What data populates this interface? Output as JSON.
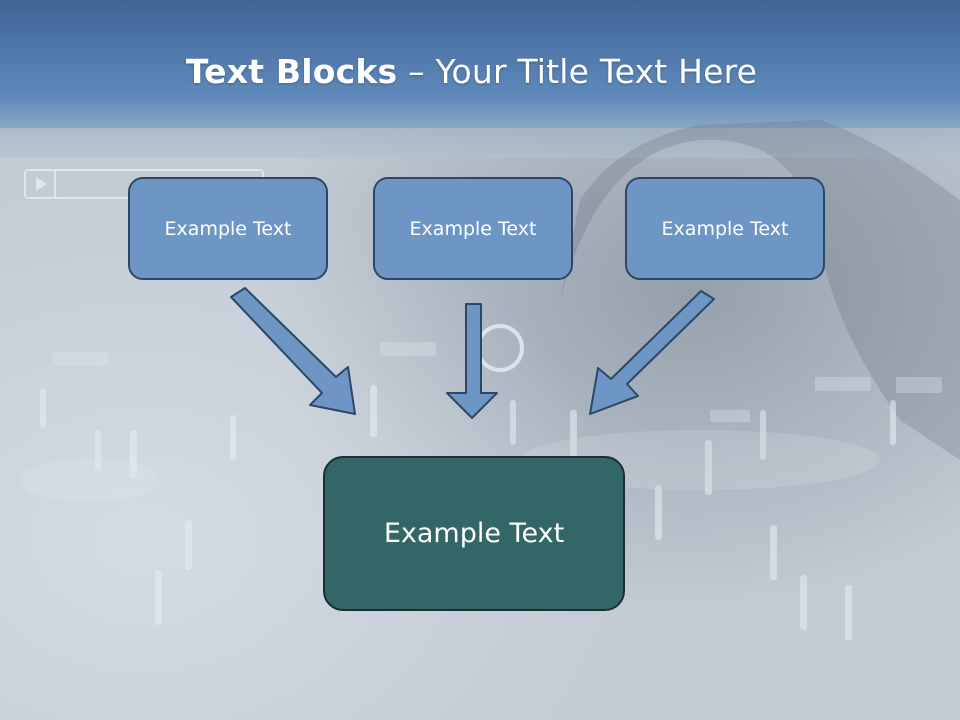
{
  "slide": {
    "title_bold": "Text Blocks",
    "title_dash": " – ",
    "title_rest": "Your Title Text Here"
  },
  "boxes": {
    "top": [
      {
        "label": "Example Text"
      },
      {
        "label": "Example Text"
      },
      {
        "label": "Example Text"
      }
    ],
    "center": {
      "label": "Example Text"
    }
  },
  "colors": {
    "header_blue": "#5a82b6",
    "box_fill": "#6e96c4",
    "box_border": "#2c4868",
    "center_fill": "#336666",
    "center_border": "#1b2e33",
    "arrow_fill": "#6e96c4"
  },
  "icons": [
    "play-icon",
    "arrow-down-right",
    "arrow-down",
    "arrow-down-left"
  ]
}
